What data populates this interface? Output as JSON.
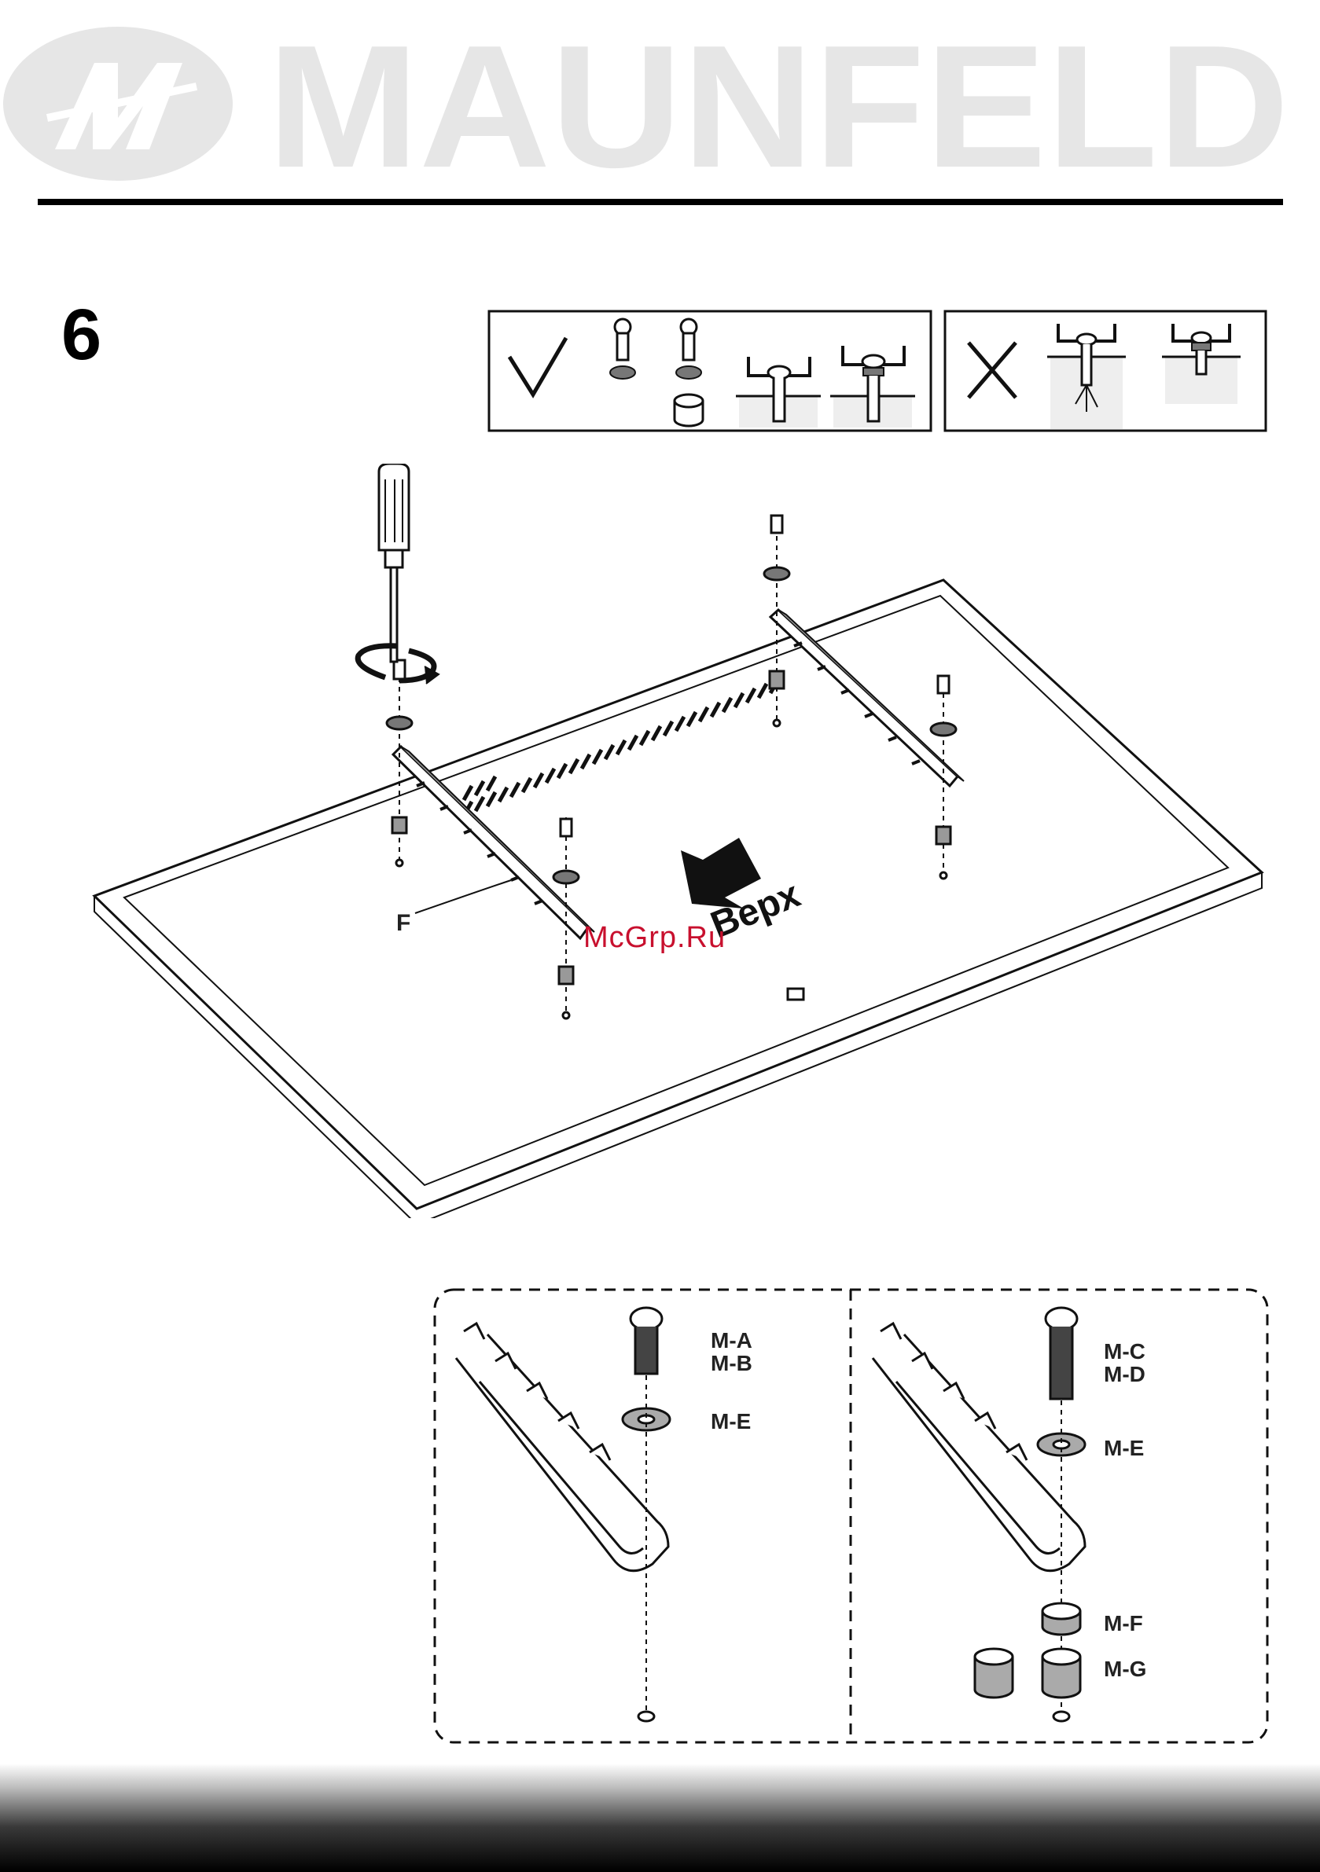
{
  "brand": {
    "name": "MAUNFELD",
    "logo_mark": "m",
    "logo_color": "#e6e6e6"
  },
  "step": {
    "number": "6"
  },
  "guide": {
    "correct_icon": "checkmark-icon",
    "wrong_icon": "cross-icon"
  },
  "main_figure": {
    "direction_label": "Верх",
    "bracket_label": "F",
    "watermark": "McGrp.Ru",
    "watermark_color": "#c8102e"
  },
  "detail_figure": {
    "left": {
      "screw_labels": [
        "M-A",
        "M-B"
      ],
      "washer_label": "M-E"
    },
    "right": {
      "screw_labels": [
        "M-C",
        "M-D"
      ],
      "washer_label": "M-E",
      "spacer_labels": [
        "M-F",
        "M-G"
      ]
    }
  }
}
